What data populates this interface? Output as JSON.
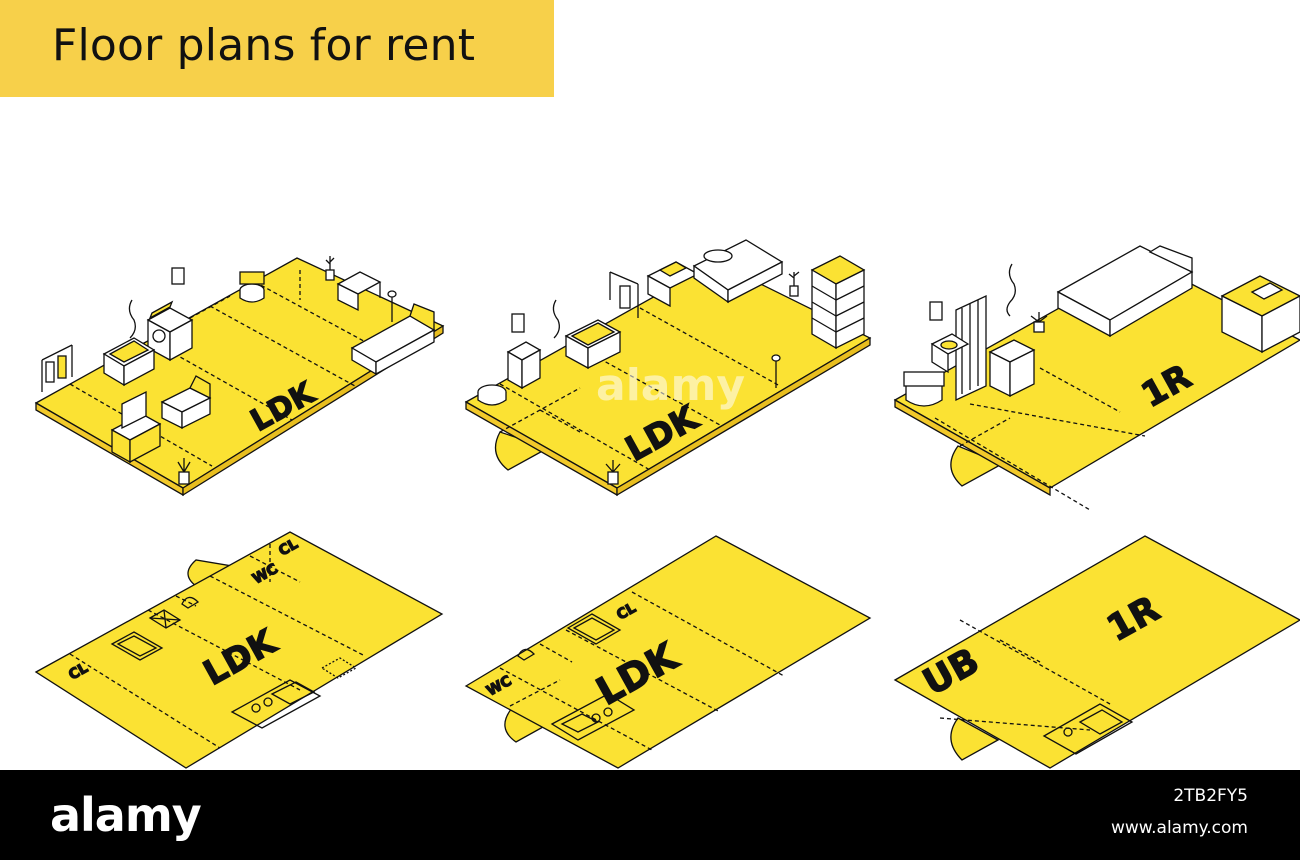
{
  "header": {
    "title": "Floor plans for rent"
  },
  "plans": [
    {
      "id": "iso-ldk-1",
      "label": "LDK"
    },
    {
      "id": "iso-ldk-2",
      "label": "LDK"
    },
    {
      "id": "iso-1r",
      "label": "1R"
    },
    {
      "id": "flat-ldk-1",
      "label": "LDK",
      "tags": [
        "WC",
        "CL",
        "CL"
      ]
    },
    {
      "id": "flat-ldk-2",
      "label": "LDK",
      "tags": [
        "CL",
        "WC"
      ]
    },
    {
      "id": "flat-1r",
      "label": "1R",
      "tags": [
        "UB"
      ]
    }
  ],
  "watermark": {
    "text": "alamy"
  },
  "footer": {
    "brand": "alamy",
    "image_id": "2TB2FY5",
    "url": "www.alamy.com"
  },
  "colors": {
    "banner": "#f7d04a",
    "floor": "#fbe233",
    "footer": "#000000"
  }
}
